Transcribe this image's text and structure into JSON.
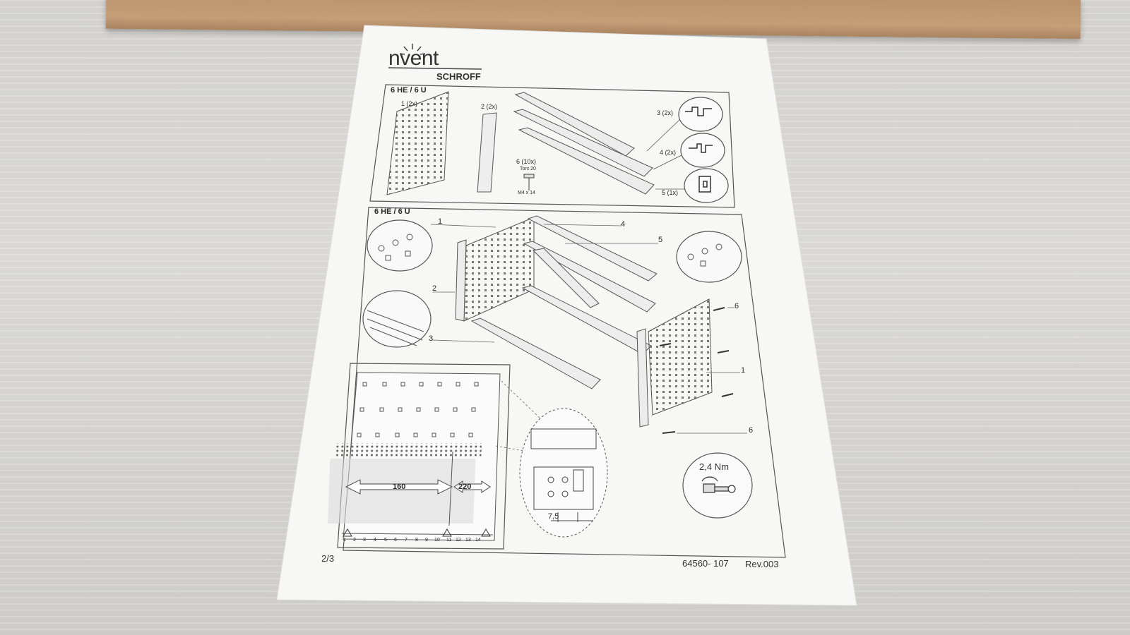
{
  "brand": {
    "logo_text": "nvent",
    "sub_brand": "SCHROFF"
  },
  "parts_section": {
    "title": "6 HE / 6 U",
    "parts": [
      {
        "label": "1 (2x)"
      },
      {
        "label": "2 (2x)"
      },
      {
        "label": "3 (2x)"
      },
      {
        "label": "4 (2x)"
      },
      {
        "label": "5 (1x)"
      },
      {
        "label": "6 (10x)",
        "detail_1": "Torx 20",
        "detail_2": "M4 x 14"
      }
    ]
  },
  "assembly_section": {
    "title": "6 HE / 6 U",
    "callouts": [
      "1",
      "4",
      "5",
      "2",
      "3",
      "6",
      "1",
      "6"
    ],
    "torque": "2,4 Nm"
  },
  "front_view": {
    "dim_left": "160",
    "dim_right": "220",
    "detail_dim": "7,5",
    "hp_scale": [
      "1",
      "2",
      "3",
      "4",
      "5",
      "6",
      "7",
      "8",
      "9",
      "10",
      "11",
      "12",
      "13",
      "14"
    ]
  },
  "footer": {
    "page": "2/3",
    "doc_number": "64560- 107",
    "revision": "Rev.003"
  }
}
